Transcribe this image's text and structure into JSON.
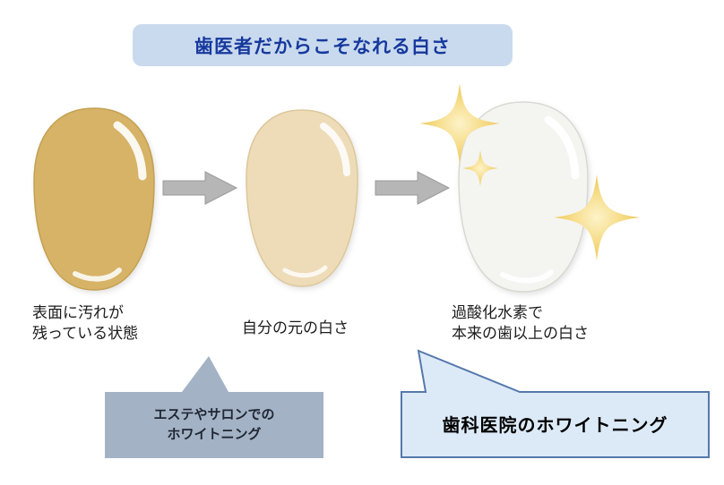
{
  "title": {
    "text": "歯医者だからこそなれる白さ",
    "bg": "#cadaee",
    "color": "#16399e"
  },
  "stages": [
    {
      "name": "stained-tooth",
      "tooth_color": "#d6b366",
      "label_lines": [
        "表面に汚れが",
        "残っている状態"
      ]
    },
    {
      "name": "natural-tooth",
      "tooth_color": "#eedcb8",
      "label_lines": [
        "自分の元の白さ",
        ""
      ]
    },
    {
      "name": "whitened-tooth",
      "tooth_color": "#f4f4f1",
      "label_lines": [
        "過酸化水素で",
        "本来の歯以上の白さ"
      ]
    }
  ],
  "arrow": {
    "color": "#b6b6b6",
    "outline": "#9b9b9b"
  },
  "sparkle": {
    "inner": "#fdf3c9",
    "outer": "#eec95c"
  },
  "callouts": [
    {
      "lines": [
        "エステやサロンでの",
        "ホワイトニング"
      ],
      "bg": "#a4b2c6",
      "text_color": "#1f2733"
    },
    {
      "lines": [
        "歯科医院のホワイトニング"
      ],
      "bg": "#dceaf8",
      "border": "#5578ab",
      "text_color": "#000000"
    }
  ]
}
